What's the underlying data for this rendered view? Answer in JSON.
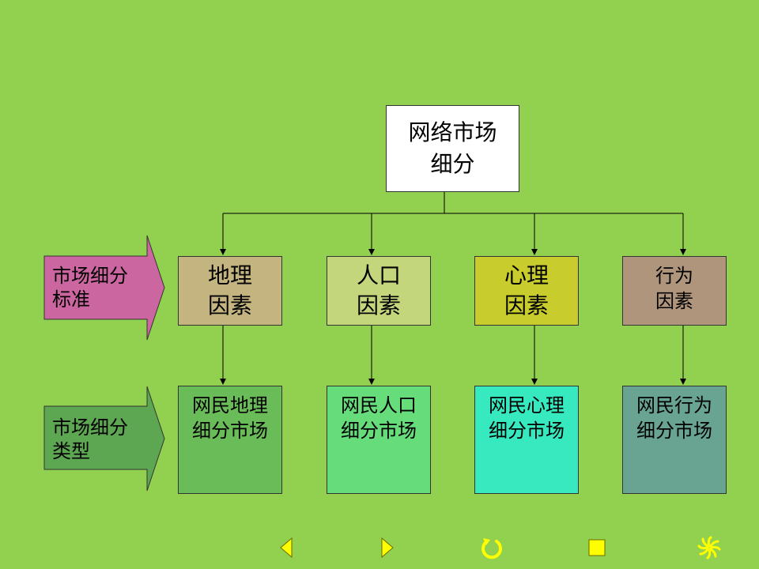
{
  "root": {
    "label": "网络市场\n细分"
  },
  "criteria_label": "市场细分\n标准",
  "types_label": "市场细分\n类型",
  "factors": [
    {
      "label": "地理\n因素",
      "color": "#c4b47f"
    },
    {
      "label": "人口\n因素",
      "color": "#c3d67c"
    },
    {
      "label": "心理\n因素",
      "color": "#c8cc2c"
    },
    {
      "label": "行为\n因素",
      "color": "#ae957c"
    }
  ],
  "markets": [
    {
      "label": "网民地理\n细分市场",
      "color": "#6abc58"
    },
    {
      "label": "网民人口\n细分市场",
      "color": "#66dd7a"
    },
    {
      "label": "网民心理\n细分市场",
      "color": "#37e9bf"
    },
    {
      "label": "网民行为\n细分市场",
      "color": "#69a392"
    }
  ],
  "colors": {
    "background": "#92d050",
    "criteria_arrow": "#cc66a0",
    "types_arrow": "#5ea752",
    "nav_icons": "#ffff00"
  },
  "nav": [
    "prev-icon",
    "next-icon",
    "replay-icon",
    "stop-icon",
    "asterisk-icon"
  ]
}
